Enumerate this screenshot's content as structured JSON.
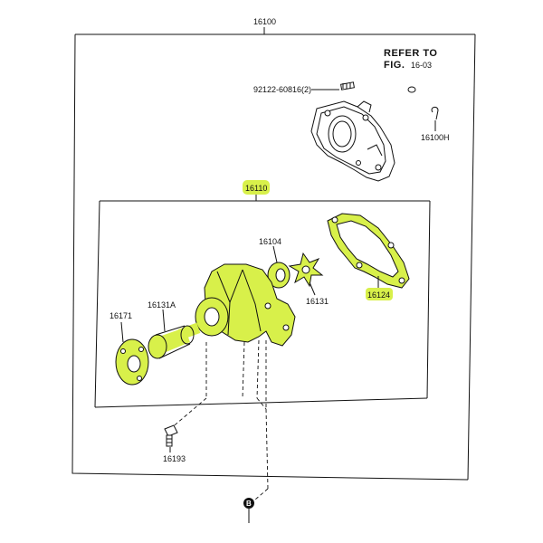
{
  "labels": {
    "assembly": "16100",
    "refer_line1": "REFER TO",
    "refer_fig": "FIG.",
    "refer_num": "16-03",
    "stud": "92122-60816(2)",
    "plug": "16100H",
    "pump_assy": "16110",
    "pulley_seat": "16104",
    "impeller": "16131",
    "gasket": "16124",
    "bearing": "16131A",
    "flange": "16171",
    "bolt": "16193"
  },
  "colors": {
    "highlight": "#d8f04a",
    "ink": "#111111"
  },
  "icons": {
    "reference_marker": "circled-letter-icon",
    "reference_letter": "B"
  }
}
